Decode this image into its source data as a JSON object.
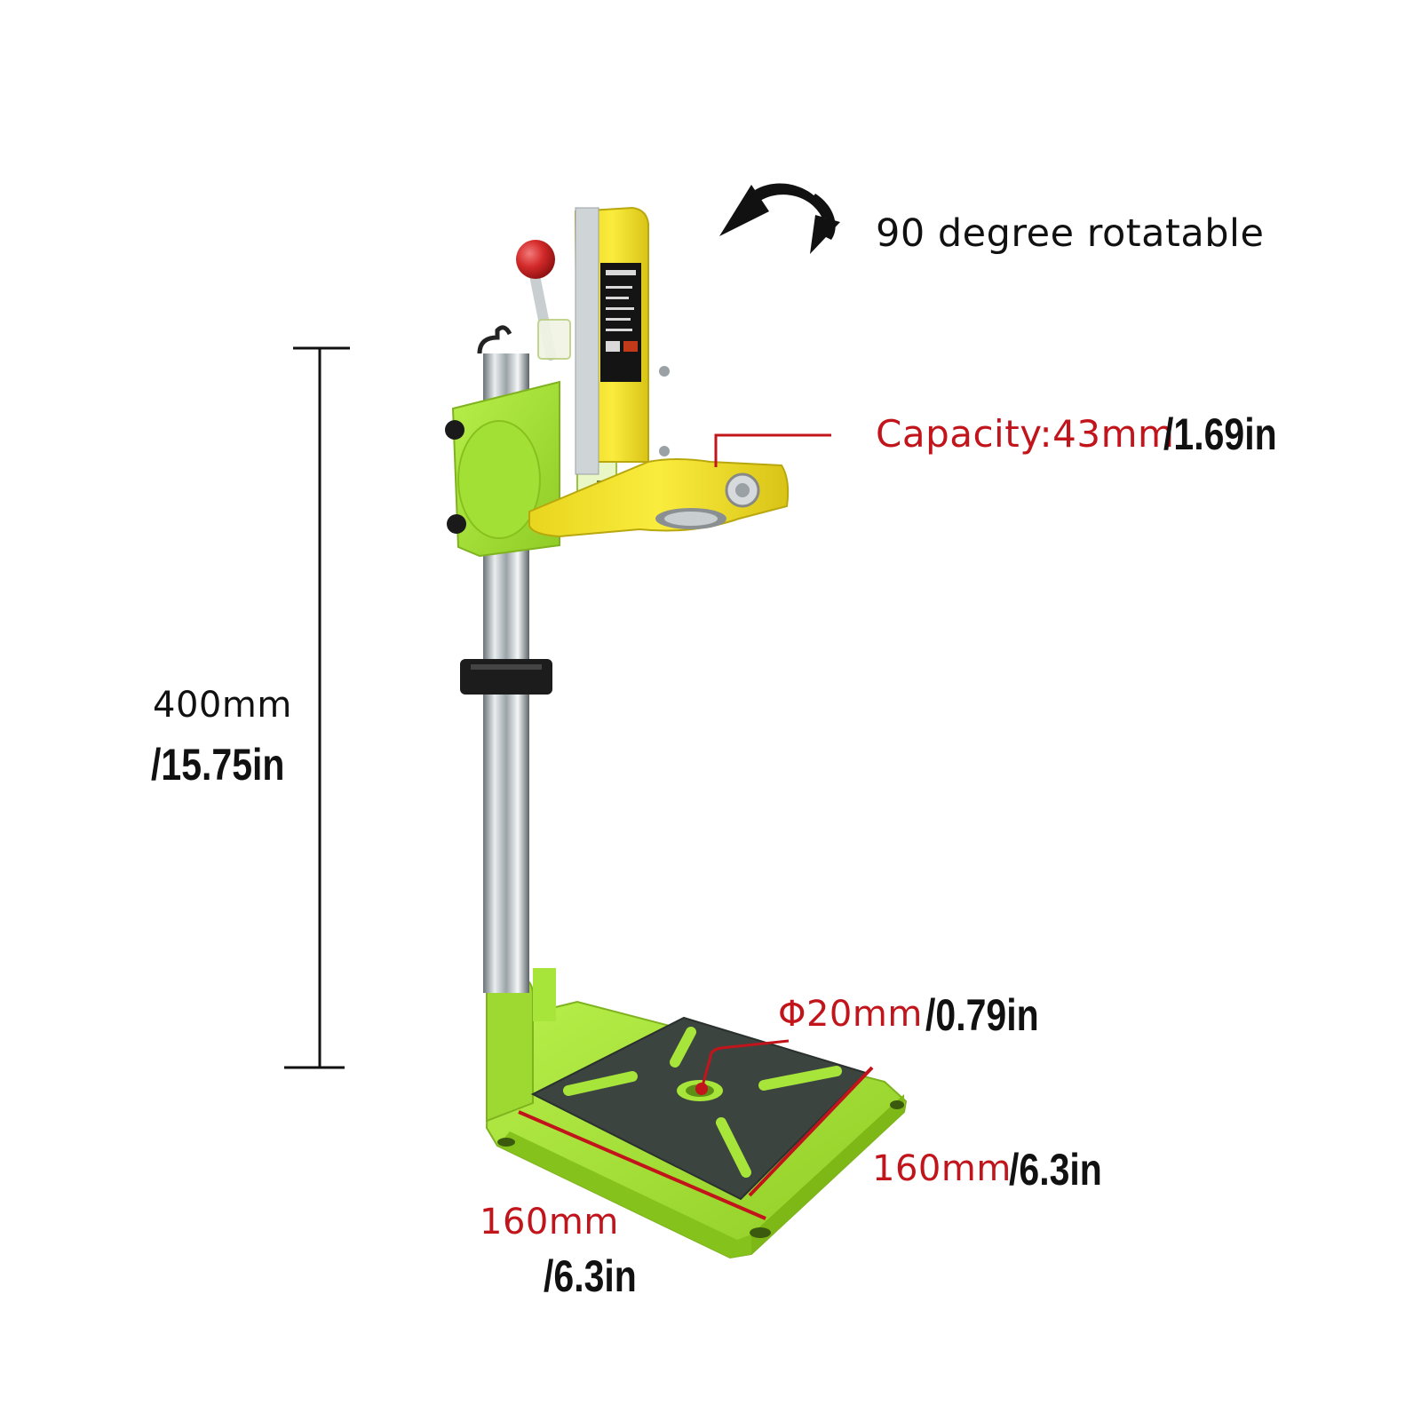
{
  "colors": {
    "body_green": "#a8e53a",
    "holder_yellow": "#f2e22c",
    "knob_red": "#d42a2a",
    "plate_dark": "#3c4440",
    "label_red": "#c2141b",
    "label_black": "#111111"
  },
  "icons": {
    "rotate": "curved-double-arrow-icon"
  },
  "labels": {
    "rotation": "90 degree rotatable",
    "capacity_metric": "Capacity:43mm",
    "capacity_imperial": "/1.69in",
    "height_metric": "400mm",
    "height_imperial": "/15.75in",
    "hole_metric": "Φ20mm",
    "hole_imperial": "/0.79in",
    "base_depth_metric": "160mm",
    "base_depth_imperial": "/6.3in",
    "base_width_metric": "160mm",
    "base_width_imperial": "/6.3in"
  }
}
